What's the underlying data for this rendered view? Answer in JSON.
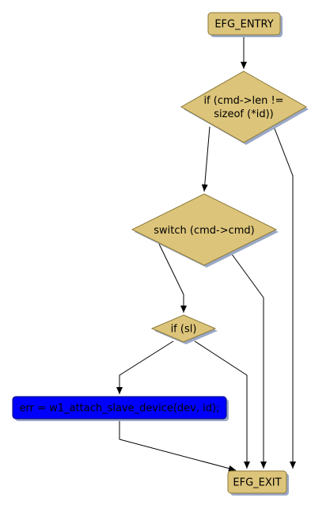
{
  "colors": {
    "node_fill": "#dcc47a",
    "node_stroke": "#8c7a3a",
    "shadow": "#9aa8c6",
    "highlight_fill": "#0000ff",
    "highlight_stroke": "#00007a",
    "edge": "#000000"
  },
  "nodes": {
    "entry": {
      "label": "EFG_ENTRY",
      "shape": "rounded-box"
    },
    "if_len": {
      "line1": "if (cmd->len !=",
      "line2": "sizeof (*id))",
      "shape": "diamond"
    },
    "switch_cmd": {
      "label": "switch (cmd->cmd)",
      "shape": "diamond"
    },
    "if_sl": {
      "label": "if (sl)",
      "shape": "diamond"
    },
    "attach": {
      "label": "err = w1_attach_slave_device(dev, id);",
      "shape": "rounded-box",
      "highlighted": true
    },
    "exit": {
      "label": "EFG_EXIT",
      "shape": "rounded-box"
    }
  },
  "edges": [
    {
      "from": "entry",
      "to": "if_len"
    },
    {
      "from": "if_len",
      "to": "switch_cmd"
    },
    {
      "from": "if_len",
      "to": "exit"
    },
    {
      "from": "switch_cmd",
      "to": "if_sl"
    },
    {
      "from": "switch_cmd",
      "to": "exit"
    },
    {
      "from": "if_sl",
      "to": "attach"
    },
    {
      "from": "if_sl",
      "to": "exit"
    },
    {
      "from": "attach",
      "to": "exit"
    }
  ]
}
